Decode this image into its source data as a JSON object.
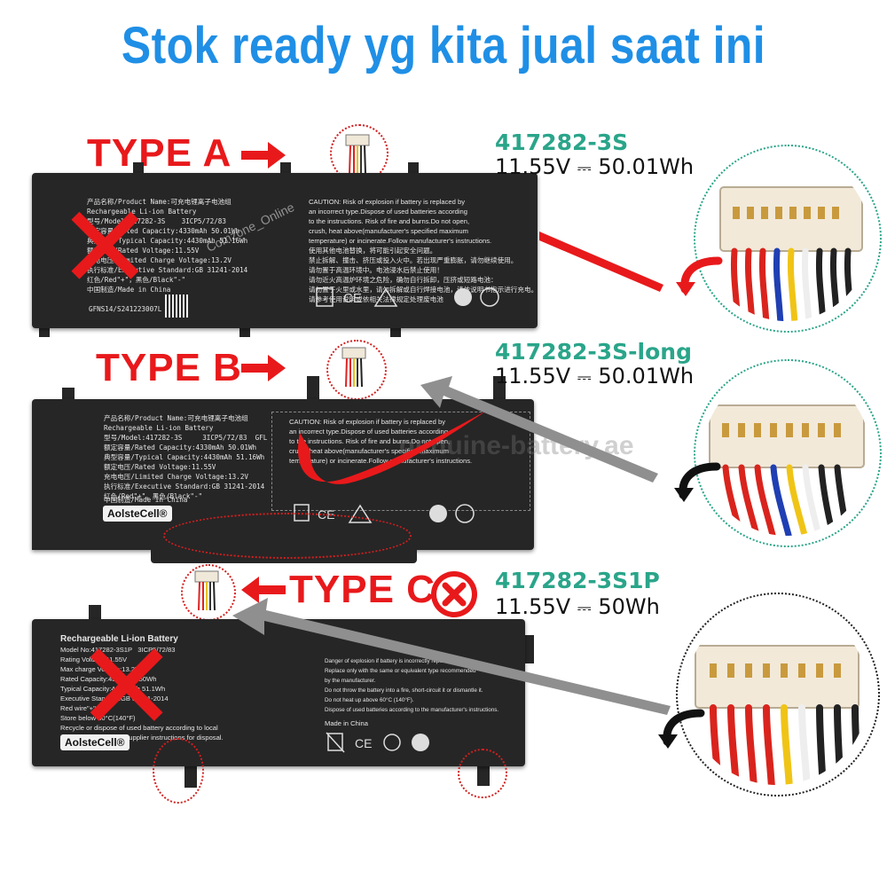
{
  "headline": "Stok ready yg kita jual saat ini",
  "types": [
    {
      "label": "TYPE A",
      "part_number": "417282-3S",
      "voltage": "11.55V",
      "energy": "50.01Wh",
      "crossed_out": true,
      "label_text": {
        "product_name": "产品名称/Product Name:可充电锂离子电池组",
        "type_line": "Rechargeable Li-ion Battery",
        "model": "型号/Model:417282-3S    3ICP5/72/83",
        "rated_capacity": "额定容量/Rated Capacity:4330mAh 50.01Wh",
        "typical_capacity": "典型容量/Typical Capacity:4430mAh 51.16Wh",
        "rated_voltage": "额定电压/Rated Voltage:11.55V",
        "charge_voltage": "充电电压/Limited Charge Voltage:13.2V",
        "standard": "执行标准/Executive Standard:GB 31241-2014",
        "wires": "红色/Red\"+\"，黑色/Black\"-\"",
        "origin": "中国制造/Made in China",
        "serial": "GFNS14/S241223007L",
        "caution_1": "CAUTION: Risk of explosion if battery is replaced by",
        "caution_2": "an incorrect type.Dispose of used batteries according",
        "caution_3": "to the instructions. Risk of fire and burns.Do not open,",
        "caution_4": "crush, heat above(manufacturer's specified maximum",
        "caution_5": "temperature) or incinerate.Follow manufacturer's instructions.",
        "cn_1": "使用其他电池替换，将可能引起安全问题。",
        "cn_2": "禁止拆解、撞击、挤压或投入火中。若出现严重膨胀，请勿继续使用。",
        "cn_3": "请勿置于高温环境中。电池浸水后禁止使用！",
        "cn_4": "请勿近火高温炉环境之危险，确勿自行拆卸，压挤或短路电池：",
        "cn_5": "请勿置于火里或水里，请勿拆解或自行焊接电池，请依说明书指示进行充电。",
        "cn_6": "请参考使用说明或依相关法律规定处理废电池"
      },
      "watermark": "Comzone_Online"
    },
    {
      "label": "TYPE B",
      "part_number": "417282-3S-long",
      "voltage": "11.55V",
      "energy": "50.01Wh",
      "crossed_out": false,
      "label_text": {
        "product_name": "产品名称/Product Name:可充电锂离子电池组",
        "type_line": "Rechargeable Li-ion Battery",
        "model": "型号/Model:417282-3S     3ICP5/72/83  GFL",
        "rated_capacity": "额定容量/Rated Capacity:4330mAh 50.01Wh",
        "typical_capacity": "典型容量/Typical Capacity:4430mAh 51.16Wh",
        "rated_voltage": "额定电压/Rated Voltage:11.55V",
        "charge_voltage": "充电电压/Limited Charge Voltage:13.2V",
        "standard": "执行标准/Executive Standard:GB 31241-2014",
        "wires": "红色/Red\"+\"，黑色/Black\"-\"",
        "origin": "中国制造/Made in China",
        "brand": "AolsteCell®",
        "caution_1": "CAUTION: Risk of explosion if battery is replaced by",
        "caution_2": "an incorrect type.Dispose of used batteries according",
        "caution_3": "to the instructions. Risk of fire and burns.Do not open,",
        "caution_4": "crush, heat above(manufacturer's specified maximum",
        "caution_5": "temperature) or incinerate.Follow manufacturer's instructions."
      },
      "watermark": "genuine-battery.ae"
    },
    {
      "label": "TYPE C",
      "part_number": "417282-3S1P",
      "voltage": "11.55V",
      "energy": "50Wh",
      "crossed_out": true,
      "label_text": {
        "title": "Rechargeable Li-ion Battery",
        "model": "Model No:417282-3S1P   3ICP5/72/83",
        "rating": "Rating Voltage:11.55V",
        "max_charge": "Max charge Voltage:13.2V",
        "rated_capacity": "Rated Capacity:4330mAh 50Wh",
        "typical_capacity": "Typical Capacity:4430mAh 51.1Wh",
        "standard": "Executive Standard:GB 31241-2014",
        "red_wire": "Red wire\"+\"",
        "store": "Store below 60°C(140°F)",
        "recycle_1": "Recycle or dispose of used battery according to local",
        "recycle_2": "ordinances or battery supplier instructions for disposal.",
        "brand": "AolsteCell®",
        "danger_1": "Danger of explosion if battery is incorrectly replaced.",
        "danger_2": "Replace only with the same or equivalent type recommended",
        "danger_3": "by the manufacturer.",
        "danger_4": "Do not throw the battery into a fire, short-circuit it or dismantle it.",
        "danger_5": "Do not heat up above 60°C (140°F).",
        "danger_6": "Dispose of used batteries according to the manufacturer's instructions.",
        "origin": "Made in China"
      }
    }
  ],
  "colors": {
    "headline": "#1f8fe6",
    "type_label": "#e8191b",
    "part_number": "#2aa58a",
    "battery_body": "#262626"
  }
}
